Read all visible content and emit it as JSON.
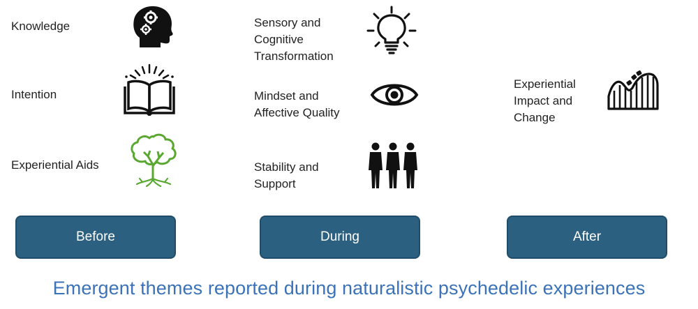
{
  "before": {
    "items": [
      {
        "label": "Knowledge",
        "icon": "head-gears-icon"
      },
      {
        "label": "Intention",
        "icon": "open-book-icon"
      },
      {
        "label": "Experiential Aids",
        "icon": "tree-icon"
      }
    ],
    "button_label": "Before"
  },
  "during": {
    "items": [
      {
        "label": "Sensory and\nCognitive\nTransformation",
        "icon": "lightbulb-icon"
      },
      {
        "label": "Mindset and\nAffective Quality",
        "icon": "eye-icon"
      },
      {
        "label": "Stability and\nSupport",
        "icon": "people-group-icon"
      }
    ],
    "button_label": "During"
  },
  "after": {
    "items": [
      {
        "label": "Experiential\nImpact and\nChange",
        "icon": "rollercoaster-icon"
      }
    ],
    "button_label": "After"
  },
  "caption": "Emergent themes reported during naturalistic psychedelic experiences",
  "colors": {
    "button_fill": "#2b6080",
    "caption_text": "#3b72b8",
    "tree_green": "#5aa832"
  }
}
